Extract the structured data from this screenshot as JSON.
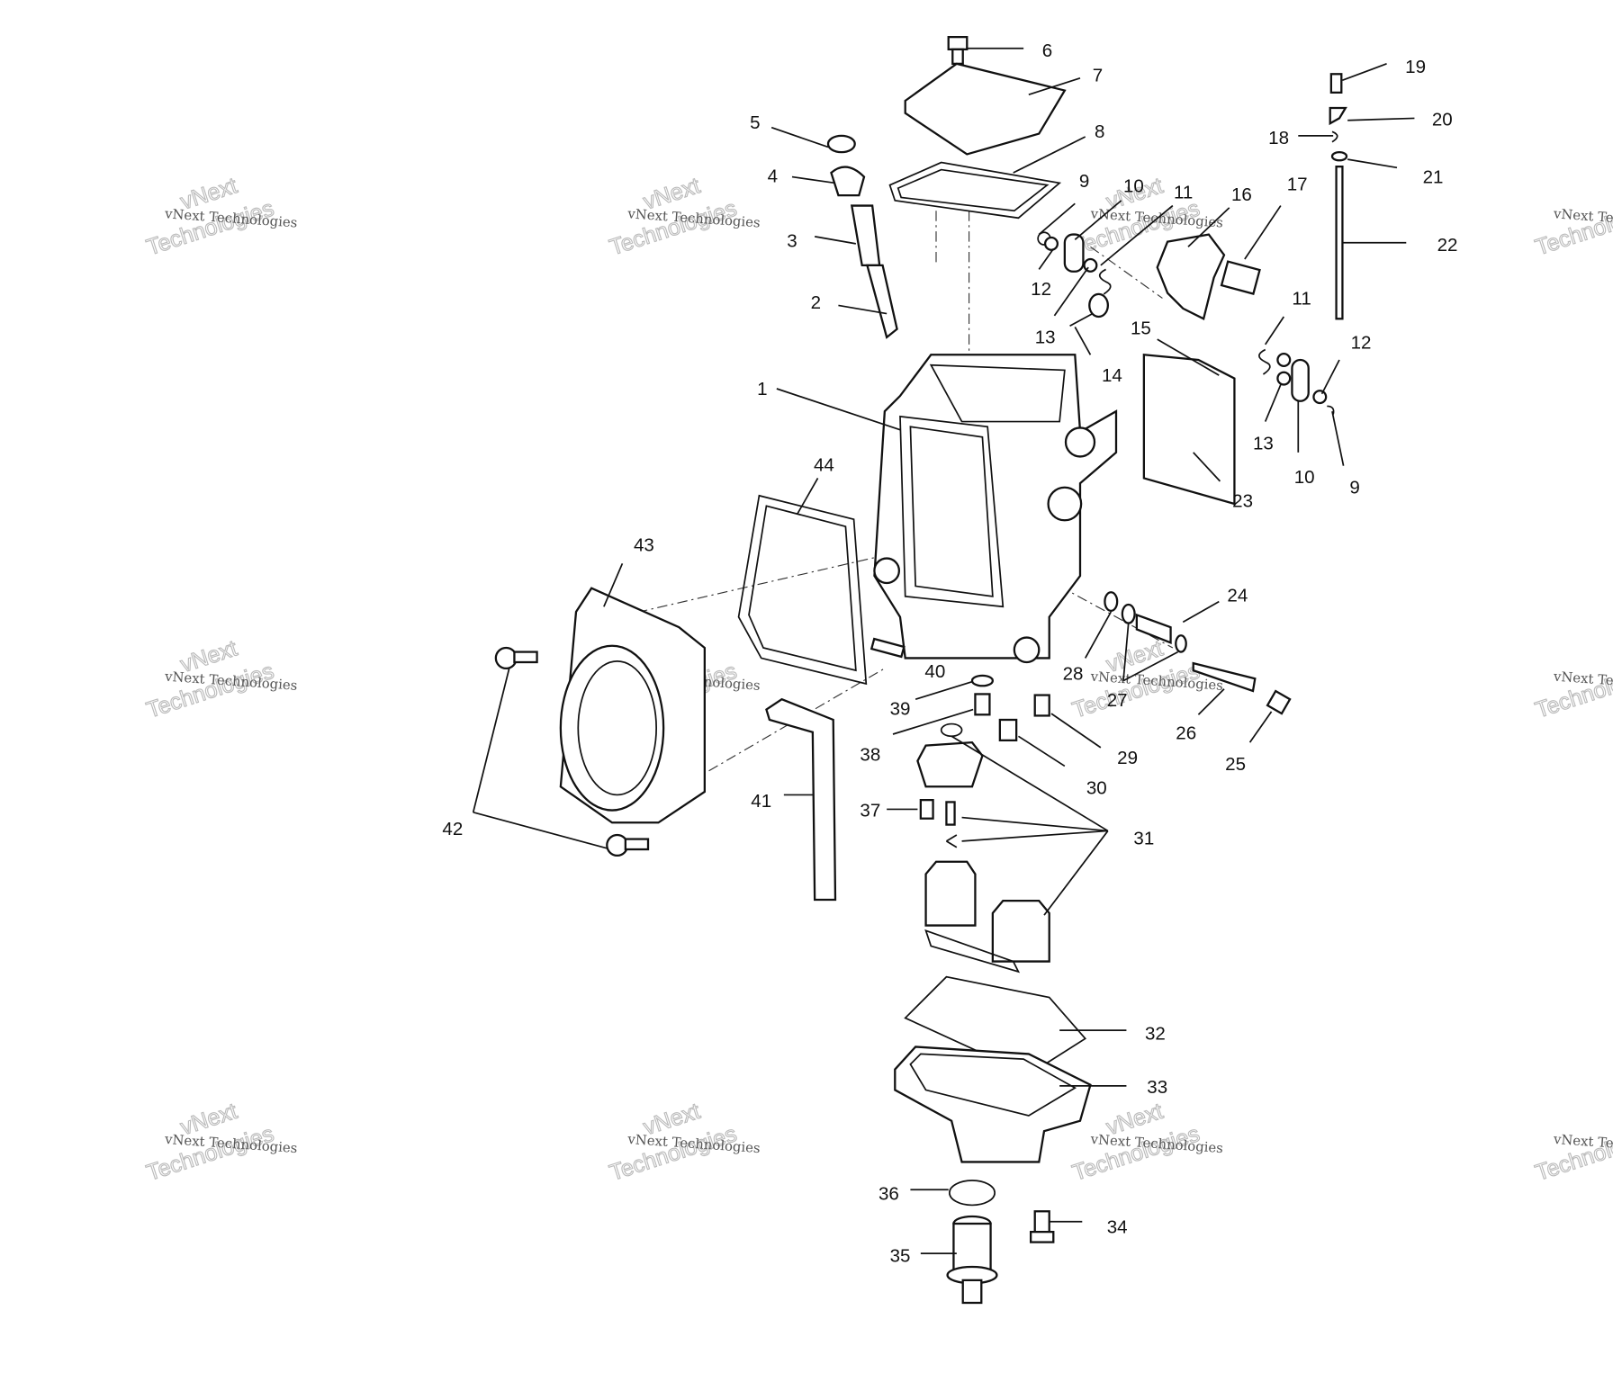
{
  "diagram": {
    "type": "exploded-parts-diagram",
    "subject": "carburetor",
    "watermark": {
      "line1": "vNext Technologies",
      "line2": "vNext",
      "line3": "Technologies"
    },
    "callouts": [
      "1",
      "2",
      "3",
      "4",
      "5",
      "6",
      "7",
      "8",
      "9",
      "10",
      "11",
      "12",
      "13",
      "14",
      "15",
      "16",
      "17",
      "18",
      "19",
      "20",
      "21",
      "22",
      "23",
      "24",
      "25",
      "26",
      "27",
      "28",
      "29",
      "30",
      "31",
      "32",
      "33",
      "34",
      "35",
      "36",
      "37",
      "38",
      "39",
      "40",
      "41",
      "42",
      "43",
      "44",
      "9",
      "10",
      "11",
      "12",
      "13"
    ]
  }
}
